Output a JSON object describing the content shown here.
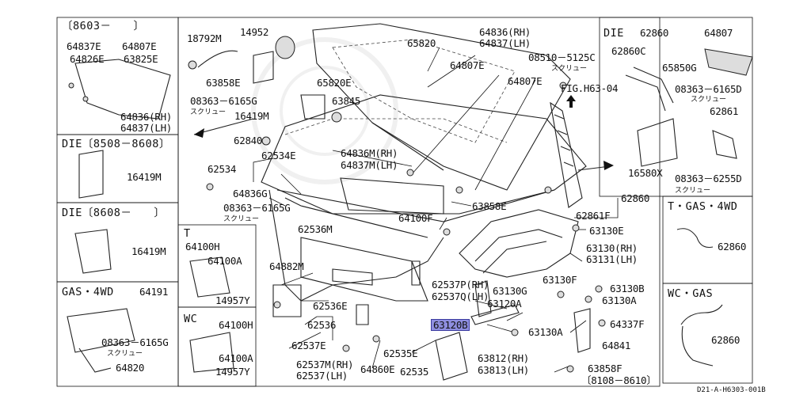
{
  "panels": {
    "p8603": {
      "header": "〔8603－　　〕",
      "labels": [
        "64837E",
        "64807E",
        "64826E",
        "63825E",
        "64836(RH)",
        "64837(LH)"
      ]
    },
    "die8508": {
      "header": "DIE〔8508－8608〕",
      "labels": [
        "16419M"
      ]
    },
    "die8608": {
      "header": "DIE〔8608－　　〕",
      "labels": [
        "16419M"
      ]
    },
    "gas4wd_left": {
      "header": "GAS・4WD",
      "labels": [
        "64191",
        "08363－6165G",
        "スクリュー",
        "64820"
      ]
    },
    "t_small": {
      "header": "T",
      "labels": [
        "64100H",
        "64100A",
        "14957Y"
      ]
    },
    "wc_small": {
      "header": "WC",
      "labels": [
        "64100H",
        "64100A",
        "14957Y"
      ]
    },
    "die_right": {
      "header": "DIE",
      "labels": [
        "62860",
        "62860C",
        "65850G",
        "64807",
        "08363－6165D",
        "スクリュー",
        "62861",
        "16580X",
        "08363－6255D",
        "スクリュー"
      ]
    },
    "t_gas_4wd": {
      "header": "T・GAS・4WD",
      "labels": [
        "62860"
      ]
    },
    "wc_gas": {
      "header": "WC・GAS",
      "labels": [
        "62860"
      ]
    }
  },
  "main_labels": {
    "l18792M": "18792M",
    "l14952": "14952",
    "l63858E_top": "63858E",
    "l08363_6165G": "08363－6165G",
    "l_screw1": "スクリュー",
    "l16419M": "16419M",
    "l65820E": "65820E",
    "l63845": "63845",
    "l62840": "62840",
    "l62534E": "62534E",
    "l62534": "62534",
    "l64836G": "64836G",
    "l08363_6165G_b": "08363－6165G",
    "l_screw2": "スクリュー",
    "l62536M": "62536M",
    "l64882M": "64882M",
    "l62536E": "62536E",
    "l62536": "62536",
    "l62537E": "62537E",
    "l62537M_RH": "62537M(RH)",
    "l62537_LH": "62537(LH)",
    "l64860E": "64860E",
    "l62535E": "62535E",
    "l62535": "62535",
    "l65820": "65820",
    "l64836_RH": "64836(RH)",
    "l64837_LH": "64837(LH)",
    "l64807E_a": "64807E",
    "l64807E_b": "64807E",
    "l08510_5125C": "08510－5125C",
    "l_screw3": "スクリュー",
    "lFIG": "FIG.H63-04",
    "l64836M_RH": "64836M(RH)",
    "l64837M_LH": "64837M(LH)",
    "l63858E_mid": "63858E",
    "l64100F": "64100F",
    "l62860": "62860",
    "l62861F": "62861F",
    "l63130E": "63130E",
    "l63130_RH": "63130(RH)",
    "l63131_LH": "63131(LH)",
    "l63130F": "63130F",
    "l62537P_RH": "62537P(RH)",
    "l62537Q_LH": "62537Q(LH)",
    "l63130G": "63130G",
    "l63120A": "63120A",
    "l63120B": "63120B",
    "l63130B": "63130B",
    "l63130A_a": "63130A",
    "l63130A_b": "63130A",
    "l64337F": "64337F",
    "l64841": "64841",
    "l63812_RH": "63812(RH)",
    "l63813_LH": "63813(LH)",
    "l63858F": "63858F",
    "l8108": "〔8108－8610〕"
  },
  "footer_code": "D21-A-H6303-001B",
  "colors": {
    "highlight": "#8f8fe0",
    "ink": "#111111"
  }
}
